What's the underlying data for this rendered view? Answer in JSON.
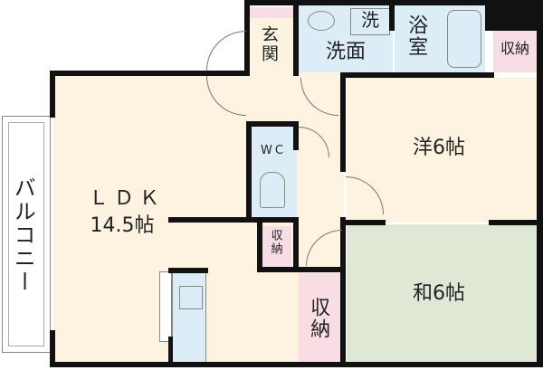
{
  "floorplan": {
    "rooms": {
      "ldk": {
        "name": "ＬＤＫ",
        "size": "14.5帖"
      },
      "western": {
        "label": "洋6帖"
      },
      "japanese": {
        "label": "和6帖"
      },
      "balcony": {
        "label": "バルコニー"
      },
      "entrance": {
        "label": "玄関"
      },
      "washroom": {
        "label": "洗面"
      },
      "washer": {
        "label": "洗"
      },
      "bath": {
        "label": "浴室"
      },
      "toilet": {
        "label": "WC"
      },
      "storage_top_right": {
        "label": "収納"
      },
      "storage_small": {
        "label": "収納"
      },
      "storage_large": {
        "label": "収納"
      }
    },
    "colors": {
      "floor": "#fdf3e0",
      "wet_area": "#dcedf8",
      "storage": "#f9dde4",
      "tatami": "#dfe8d5",
      "wall": "#111111"
    }
  }
}
